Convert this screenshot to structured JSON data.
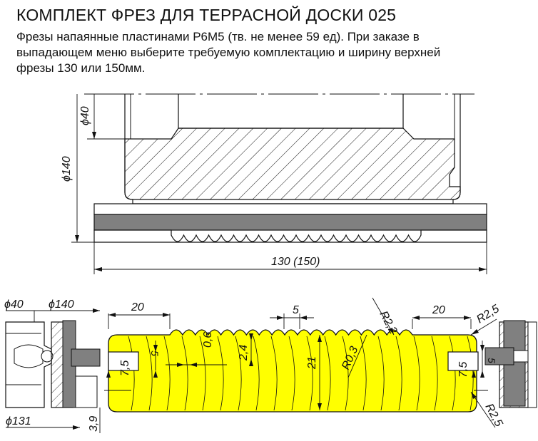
{
  "header": {
    "title": "КОМПЛЕКТ ФРЕЗ ДЛЯ ТЕРРАСНОЙ ДОСКИ 025",
    "description_lines": [
      "Фрезы напаянные пластинами Р6М5 (тв. не менее 59 ед). При заказе в",
      "выпадающем меню выберите требуемую комплектацию и ширину верхней",
      "фрезы 130 или 150мм."
    ]
  },
  "top_drawing": {
    "dim_diameter_40": "ϕ40",
    "dim_diameter_140": "ϕ140",
    "dim_width": "130 (150)"
  },
  "bottom_drawing": {
    "dim_diameter_40": "ϕ40",
    "dim_diameter_140": "ϕ140",
    "dim_diameter_131": "ϕ131",
    "dim_3_9": "3,9",
    "dim_20_left": "20",
    "dim_20_right": "20",
    "dim_5_top": "5",
    "dim_5_left": "5",
    "dim_5_right": "5",
    "dim_0_6": "0,6",
    "dim_2_4": "2,4",
    "dim_21": "21",
    "dim_r0_3": "R0,3",
    "dim_r2_2": "R2,2",
    "dim_r2_5_top": "R2,5",
    "dim_r2_5_bottom": "R2,5",
    "dim_7_5_left": "7,5",
    "dim_7_5_right": "7,5"
  },
  "colors": {
    "board_fill": "#ffff00",
    "steel_gray": "#808080",
    "line": "#111111"
  }
}
